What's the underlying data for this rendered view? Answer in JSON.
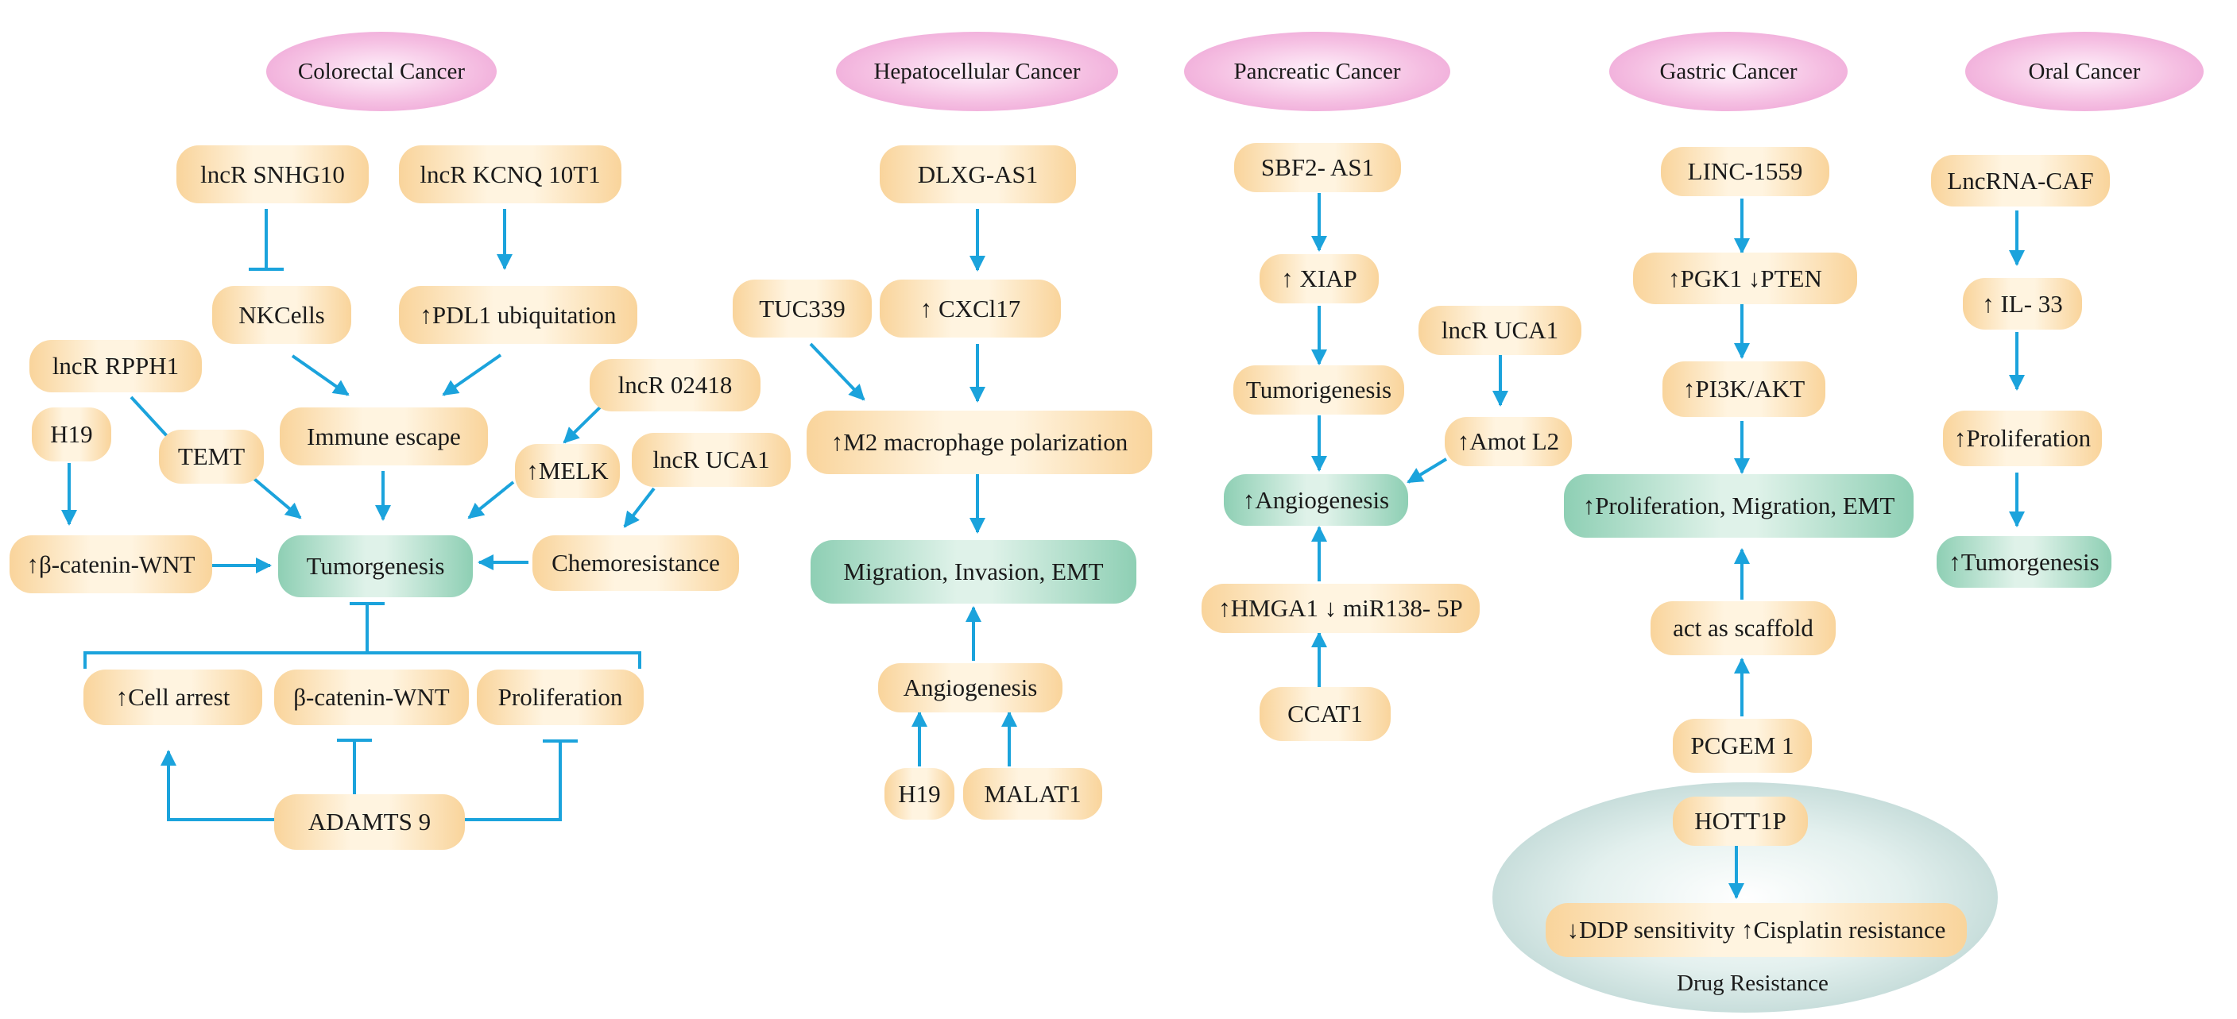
{
  "columns": {
    "colorectal": {
      "title": "Colorectal Cancer",
      "snhg10": "lncR SNHG10",
      "kcnq": "lncR KCNQ 10T1",
      "nkcells": "NKCells",
      "pdl1": "↑PDL1 ubiquitation",
      "rpph1": "lncR RPPH1",
      "lnc02418": "lncR 02418",
      "h19": "H19",
      "temt": "TEMT",
      "immune_escape": "Immune escape",
      "melk": "↑MELK",
      "uca1": "lncR UCA1",
      "bcat_up": "↑β-catenin-WNT",
      "tumorgenesis": "Tumorgenesis",
      "chemoresistance": "Chemoresistance",
      "cell_arrest": "↑Cell arrest",
      "bcat": "β-catenin-WNT",
      "proliferation": "Proliferation",
      "adamts9": "ADAMTS 9"
    },
    "hepatocellular": {
      "title": "Hepatocellular Cancer",
      "dlxg": "DLXG-AS1",
      "tuc339": "TUC339",
      "cxcl17": "↑ CXCl17",
      "m2": "↑M2 macrophage polarization",
      "migration": "Migration, Invasion, EMT",
      "angiogenesis": "Angiogenesis",
      "h19": "H19",
      "malat1": "MALAT1"
    },
    "pancreatic": {
      "title": "Pancreatic Cancer",
      "sbf2": "SBF2- AS1",
      "xiap": "↑ XIAP",
      "uca1": "lncR UCA1",
      "tumorigenesis": "Tumorigenesis",
      "amot": "↑Amot L2",
      "angiogenesis": "↑Angiogenesis",
      "hmga1": "↑HMGA1  ↓ miR138- 5P",
      "ccat1": "CCAT1"
    },
    "gastric": {
      "title": "Gastric Cancer",
      "linc1559": "LINC-1559",
      "pgk1": "↑PGK1    ↓PTEN",
      "pi3k": "↑PI3K/AKT",
      "prolif": "↑Proliferation, Migration, EMT",
      "scaffold": "act as scaffold",
      "pcgem1": "PCGEM 1",
      "hott1p": "HOTT1P",
      "ddp": "↓DDP sensitivity ↑Cisplatin resistance",
      "drug_resistance": "Drug Resistance"
    },
    "oral": {
      "title": "Oral Cancer",
      "caf": "LncRNA-CAF",
      "il33": "↑ IL- 33",
      "proliferation": "↑Proliferation",
      "tumorgenesis": "↑Tumorgenesis"
    }
  },
  "colors": {
    "arrow": "#1ba3dc",
    "title_pink": "#f5bfe2",
    "node_orange": "#f9d49b",
    "outcome_green": "#8ecfb4",
    "drug_resistance_ellipse": "#a9c9c6"
  }
}
